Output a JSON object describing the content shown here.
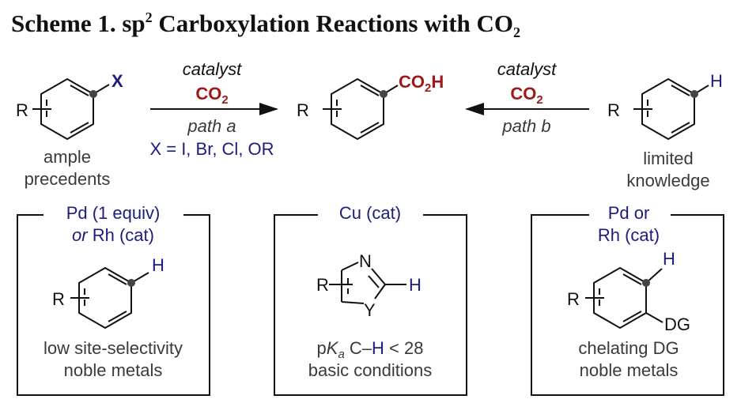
{
  "title": {
    "prefix": "Scheme 1. sp",
    "sup": "2",
    "rest": " Carboxylation Reactions with CO",
    "sub": "2"
  },
  "colors": {
    "navy": "#1c1c7e",
    "red": "#9e1a1a",
    "text": "#3a3a3a"
  },
  "left_substrate": {
    "r": "R",
    "x": "X",
    "caption": [
      "ample",
      "precedents"
    ]
  },
  "path_a": {
    "catalyst": "catalyst",
    "co2": "CO",
    "co2_sub": "2",
    "path": "path a",
    "x_def": "X = I, Br, Cl, OR"
  },
  "product": {
    "r": "R",
    "group": "CO",
    "group_sub": "2",
    "group_end": "H"
  },
  "path_b": {
    "catalyst": "catalyst",
    "co2": "CO",
    "co2_sub": "2",
    "path": "path b"
  },
  "right_substrate": {
    "r": "R",
    "h": "H",
    "caption": [
      "limited",
      "knowledge"
    ]
  },
  "boxes": [
    {
      "header": [
        "Pd (1 equiv)",
        "or",
        " Rh (cat)"
      ],
      "r": "R",
      "h": "H",
      "caption": [
        "low site-selectivity",
        "noble metals"
      ]
    },
    {
      "header": [
        "Cu (cat)"
      ],
      "r": "R",
      "n": "N",
      "h": "H",
      "y": "Y",
      "caption_pka": {
        "p": "p",
        "k": "K",
        "a": "a",
        "ch": " C–",
        "h": "H",
        "rest": " < 28"
      },
      "caption": [
        "basic conditions"
      ]
    },
    {
      "header": [
        "Pd or",
        "Rh (cat)"
      ],
      "r": "R",
      "h": "H",
      "dg": "DG",
      "caption": [
        "chelating DG",
        "noble metals"
      ]
    }
  ]
}
